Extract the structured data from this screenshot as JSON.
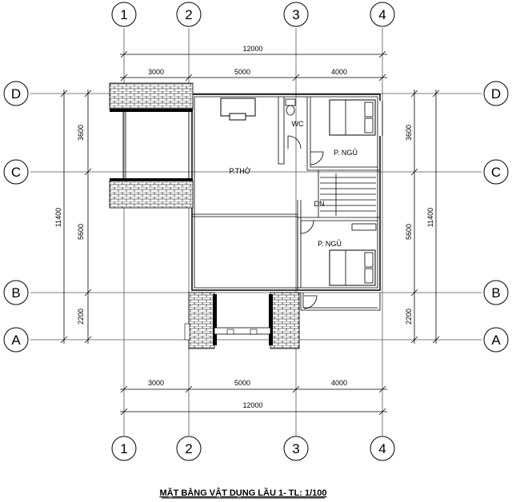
{
  "drawing": {
    "title": "MẶT BẰNG VẬT DỤNG LẦU 1- TL: 1/100",
    "grid_columns": [
      "1",
      "2",
      "3",
      "4"
    ],
    "grid_rows": [
      "D",
      "C",
      "B",
      "A"
    ],
    "dims_top": {
      "total": "12000",
      "segments": [
        "3000",
        "5000",
        "4000"
      ]
    },
    "dims_bottom": {
      "total": "12000",
      "segments": [
        "3000",
        "5000",
        "4000"
      ]
    },
    "dims_left": {
      "total": "11400",
      "segments": [
        "3600",
        "5600",
        "2200"
      ]
    },
    "dims_right": {
      "total": "11400",
      "segments": [
        "3600",
        "5600",
        "2200"
      ]
    },
    "rooms": {
      "wc": "WC",
      "bedroom_top": "P. NGỦ",
      "worship": "P.THỜ",
      "stair": "DN",
      "bedroom_bottom": "P. NGỦ"
    }
  }
}
